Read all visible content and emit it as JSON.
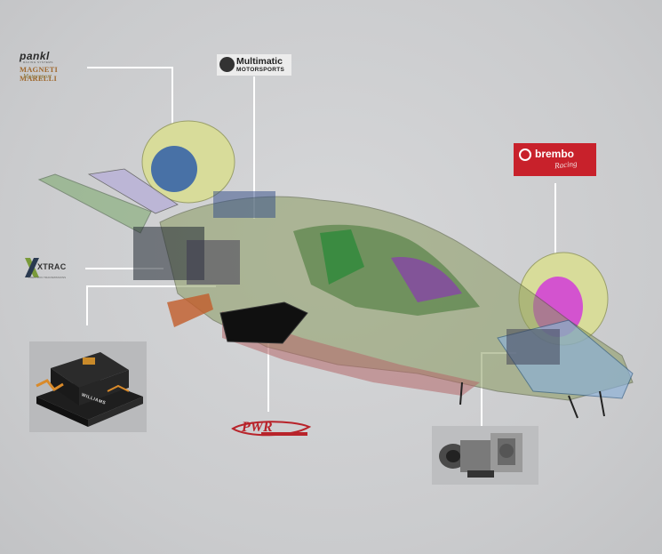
{
  "logos": {
    "pankl": {
      "name": "pankl",
      "sub": "RACING SYSTEMS"
    },
    "magnet": {
      "name": "MAGNETI MARELLI",
      "script": "Motorsport"
    },
    "multimatic": {
      "name": "Multimatic",
      "sub": "MOTORSPORTS"
    },
    "brembo": {
      "name": "brembo",
      "racing": "Racing"
    },
    "xtrac": {
      "name": "XTRAC",
      "sub": "PRECISION TRANSMISSIONS"
    },
    "pwr": {
      "name": "PWR"
    }
  },
  "photos": {
    "battery": {
      "label": "WILLIAMS"
    }
  },
  "colors": {
    "background": "#cfd0d2",
    "connector": "#ffffff",
    "brembo_red": "#c8212b",
    "pwr_red": "#b8232a",
    "tire": "#d8dc9a"
  }
}
